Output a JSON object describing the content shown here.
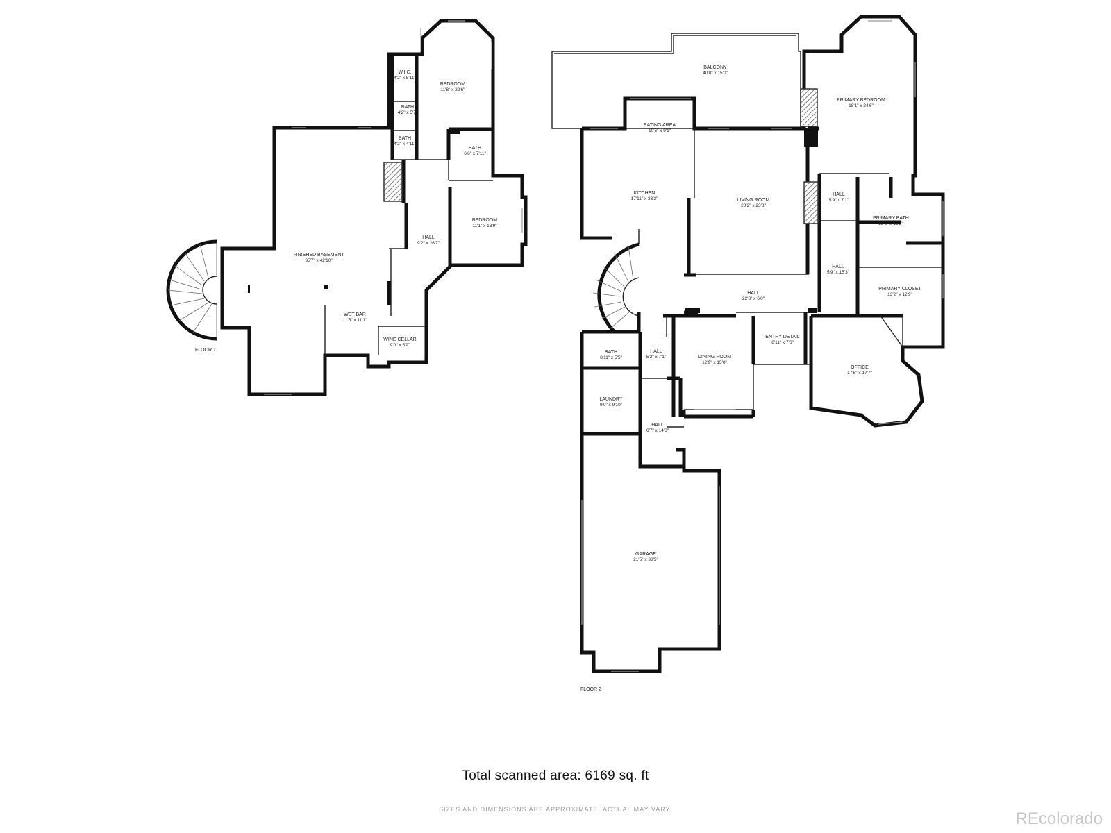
{
  "floors": [
    {
      "label": "FLOOR 1",
      "rooms": [
        {
          "name": "W.I.C.",
          "dims": "4'2\" x 5'11\""
        },
        {
          "name": "BATH",
          "dims": "4'2\" x 5'7\""
        },
        {
          "name": "BATH",
          "dims": "4'2\" x 4'11\""
        },
        {
          "name": "BEDROOM",
          "dims": "11'8\" x 22'6\""
        },
        {
          "name": "BATH",
          "dims": "6'6\" x 7'11\""
        },
        {
          "name": "BEDROOM",
          "dims": "11'1\" x 13'9\""
        },
        {
          "name": "HALL",
          "dims": "9'2\" x 26'7\""
        },
        {
          "name": "FINISHED BASEMENT",
          "dims": "35'7\" x 42'10\""
        },
        {
          "name": "WET BAR",
          "dims": "11'5\" x 11'1\""
        },
        {
          "name": "WINE CELLAR",
          "dims": "9'0\" x 5'9\""
        }
      ]
    },
    {
      "label": "FLOOR 2",
      "rooms": [
        {
          "name": "BALCONY",
          "dims": "40'0\" x 15'0\""
        },
        {
          "name": "PRIMARY BEDROOM",
          "dims": "18'1\" x 24'6\""
        },
        {
          "name": "EATING AREA",
          "dims": "10'6\" x 9'1\""
        },
        {
          "name": "KITCHEN",
          "dims": "17'11\" x 33'2\""
        },
        {
          "name": "LIVING ROOM",
          "dims": "20'2\" x 23'8\""
        },
        {
          "name": "HALL",
          "dims": "5'9\" x 7'1\""
        },
        {
          "name": "PRIMARY BATH",
          "dims": "13'2\" x 15'2\""
        },
        {
          "name": "HALL",
          "dims": "5'9\" x 15'3\""
        },
        {
          "name": "PRIMARY CLOSET",
          "dims": "13'2\" x 12'9\""
        },
        {
          "name": "HALL",
          "dims": "22'3\" x 6'0\""
        },
        {
          "name": "ENTRY DETAIL",
          "dims": "8'11\" x 7'6\""
        },
        {
          "name": "DINING ROOM",
          "dims": "12'9\" x 15'0\""
        },
        {
          "name": "OFFICE",
          "dims": "17'5\" x 17'7\""
        },
        {
          "name": "BATH",
          "dims": "8'11\" x 5'5\""
        },
        {
          "name": "HALL",
          "dims": "5'2\" x 7'1\""
        },
        {
          "name": "LAUNDRY",
          "dims": "9'0\" x 9'10\""
        },
        {
          "name": "HALL",
          "dims": "6'7\" x 14'8\""
        },
        {
          "name": "GARAGE",
          "dims": "21'5\" x 38'5\""
        }
      ]
    }
  ],
  "summary": {
    "total_area": "Total scanned area: 6169 sq. ft",
    "disclaimer": "SIZES AND DIMENSIONS ARE APPROXIMATE, ACTUAL MAY VARY.",
    "brand": "REcolorado"
  }
}
